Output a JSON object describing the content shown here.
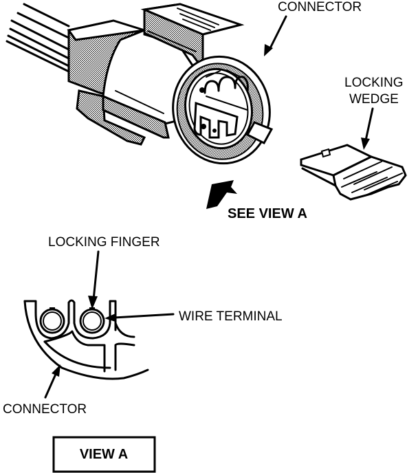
{
  "figure": {
    "type": "technical-illustration",
    "subject": "wiring harness connector with locking wedge"
  },
  "labels": {
    "connector_top": "CONNECTOR",
    "locking_wedge_line1": "LOCKING",
    "locking_wedge_line2": "WEDGE",
    "see_view": "SEE VIEW A",
    "locking_finger": "LOCKING FINGER",
    "wire_terminal": "WIRE TERMINAL",
    "connector_bottom": "CONNECTOR",
    "view_title": "VIEW A"
  },
  "colors": {
    "ink": "#000000",
    "paper": "#ffffff",
    "stipple": "#9a9a9a"
  }
}
